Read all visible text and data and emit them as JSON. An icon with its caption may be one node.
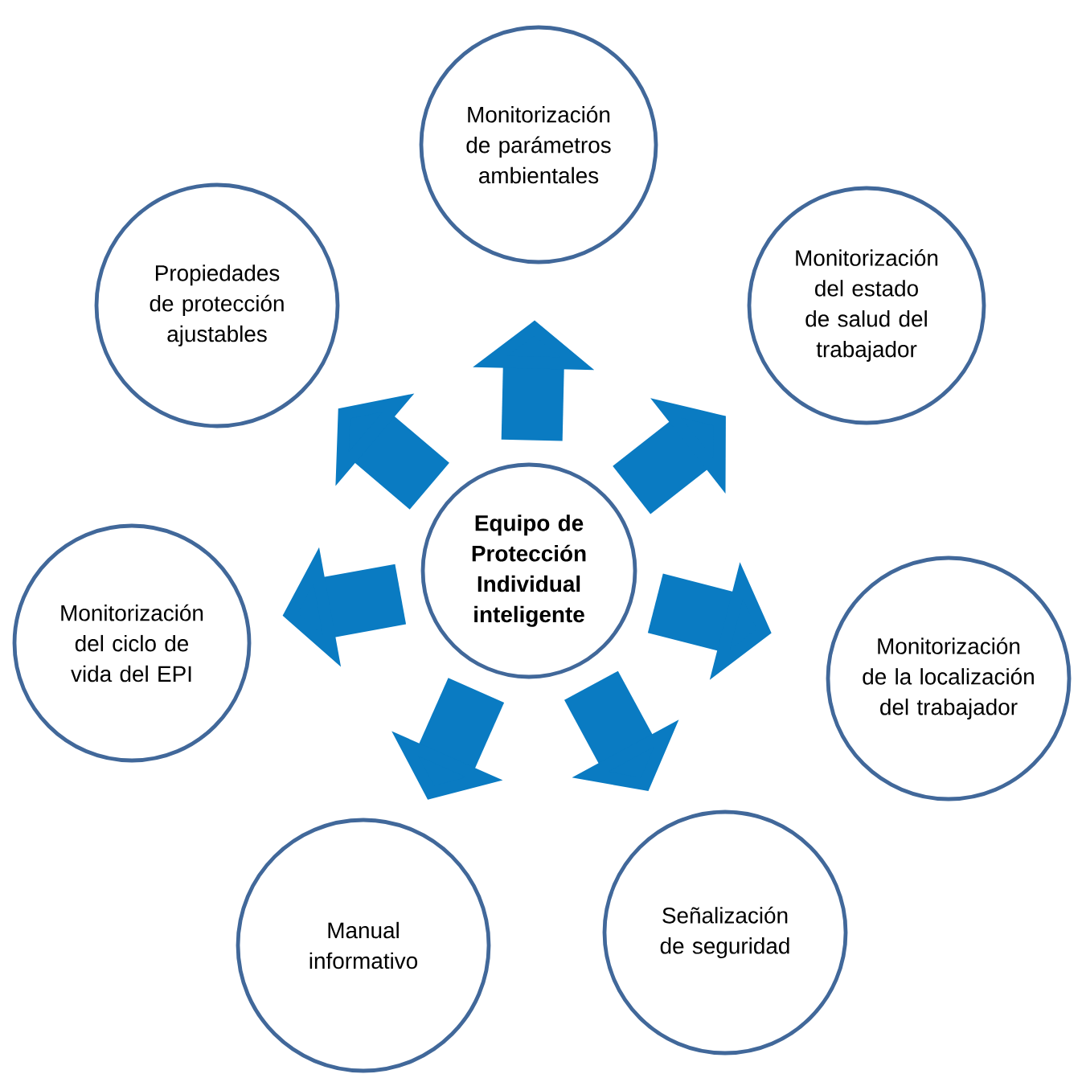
{
  "diagram": {
    "nodes": [
      {
        "text": [
          "Equipo de Protección Individual inteligente"
        ]
      },
      {
        "text": [
          "Monitorización de parámetros ambientales"
        ]
      },
      {
        "text": [
          "Monitorización del estado de salud del trabajador"
        ]
      },
      {
        "text": [
          "Monitorización de la localización del trabajador"
        ]
      },
      {
        "text": [
          "Señalización de seguridad"
        ]
      },
      {
        "text": [
          "Manual informativo"
        ]
      },
      {
        "text": [
          "Monitorización del ciclo de vida del EPI"
        ]
      },
      {
        "text": [
          "Propiedades de protección ajustables"
        ]
      }
    ],
    "edges": [
      {
        "from": 0,
        "to": 1,
        "arrow": "to"
      },
      {
        "from": 0,
        "to": 2,
        "arrow": "to"
      },
      {
        "from": 0,
        "to": 3,
        "arrow": "to"
      },
      {
        "from": 0,
        "to": 4,
        "arrow": "to"
      },
      {
        "from": 0,
        "to": 5,
        "arrow": "to"
      },
      {
        "from": 0,
        "to": 6,
        "arrow": "to"
      },
      {
        "from": 0,
        "to": 7,
        "arrow": "to"
      }
    ]
  }
}
